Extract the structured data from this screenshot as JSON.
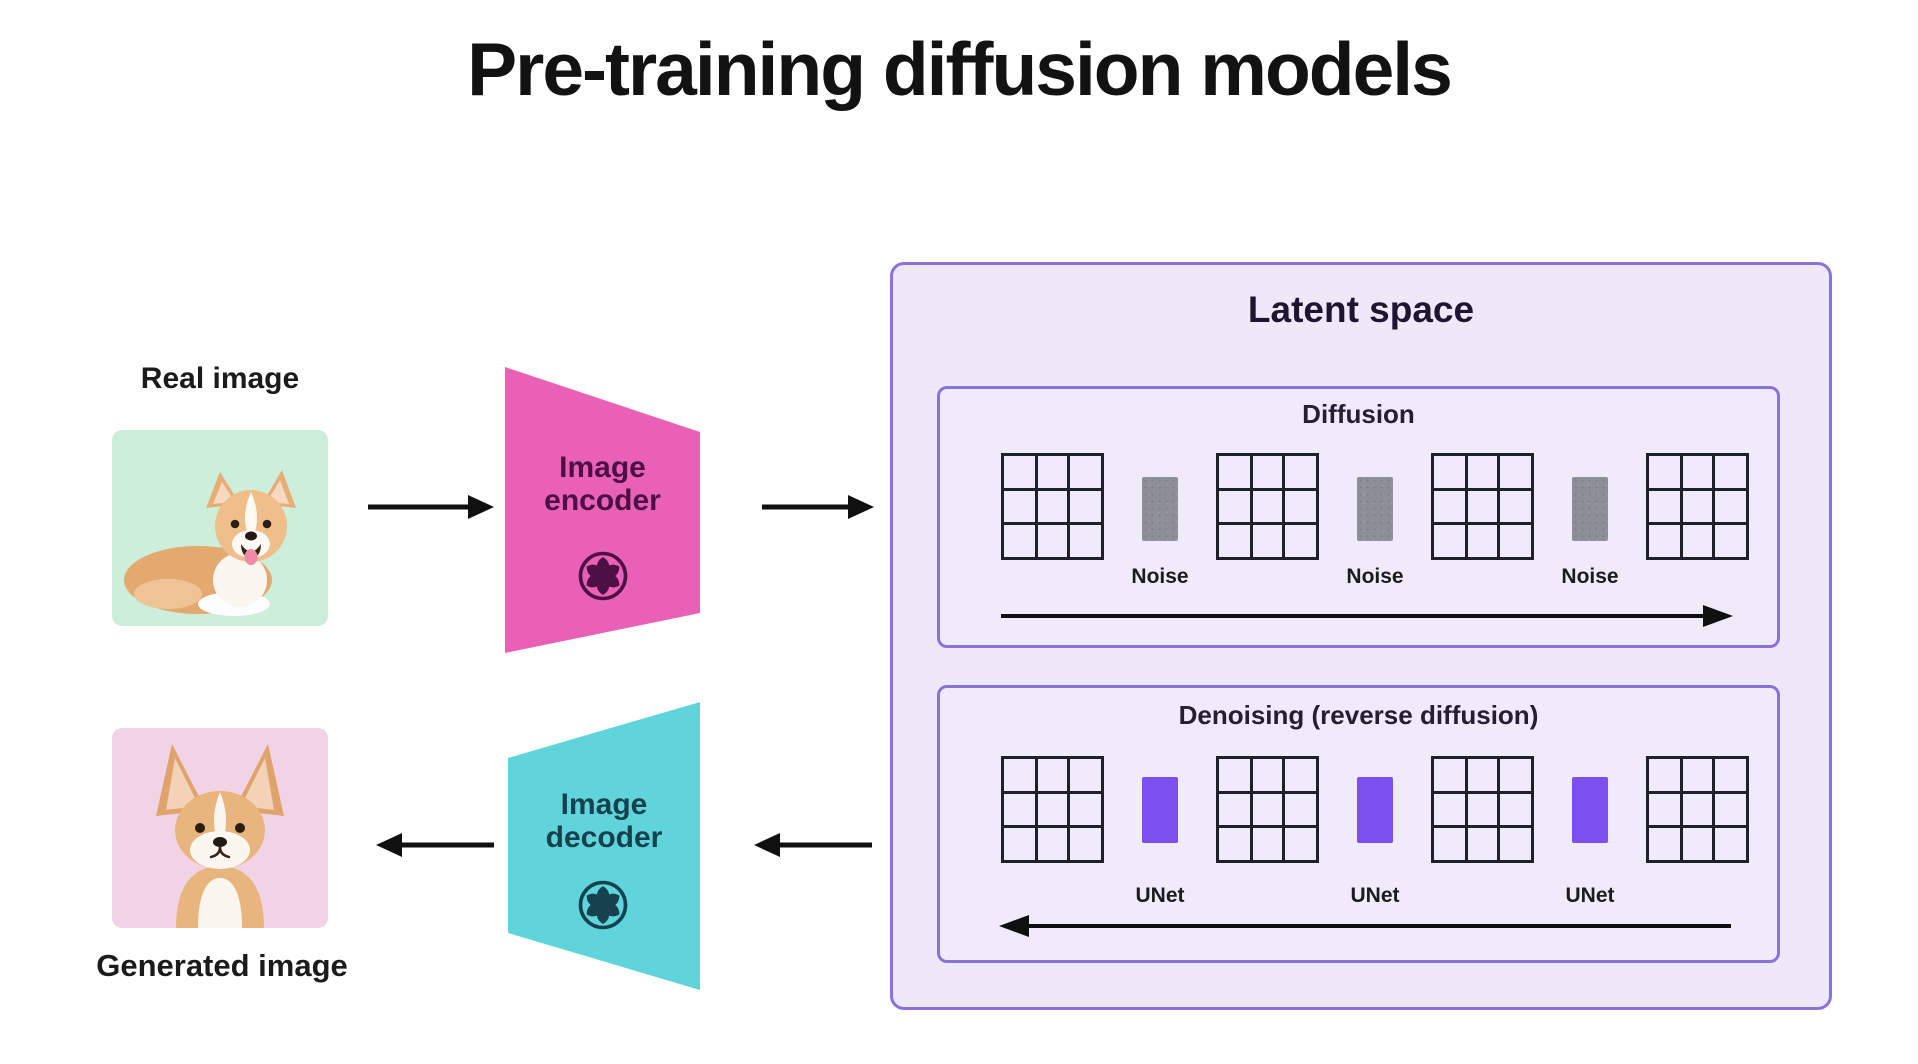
{
  "title": "Pre-training diffusion models",
  "left": {
    "real_label": "Real image",
    "generated_label": "Generated image",
    "real_card_bg": "#cdeeda",
    "generated_card_bg": "#f2d3e6",
    "real_image_subject": "corgi-dog-lying",
    "generated_image_subject": "corgi-dog-sitting"
  },
  "encoder": {
    "label_line1": "Image",
    "label_line2": "encoder",
    "fill": "#e961b6",
    "text_color": "#4c1047",
    "icon": "atom-flower-icon"
  },
  "decoder": {
    "label_line1": "Image",
    "label_line2": "decoder",
    "fill": "#5fd4da",
    "text_color": "#16414f",
    "icon": "atom-flower-icon"
  },
  "latent": {
    "title": "Latent space",
    "panel_bg": "#eee9f9",
    "border_color": "#8b72d8",
    "diffusion": {
      "title": "Diffusion",
      "bar_labels": [
        "Noise",
        "Noise",
        "Noise"
      ],
      "bar_color": "#8f8f99",
      "grid_count": 4,
      "arrow_direction": "right"
    },
    "denoising": {
      "title": "Denoising (reverse diffusion)",
      "bar_labels": [
        "UNet",
        "UNet",
        "UNet"
      ],
      "bar_color": "#7b50ee",
      "grid_count": 4,
      "arrow_direction": "left"
    }
  }
}
